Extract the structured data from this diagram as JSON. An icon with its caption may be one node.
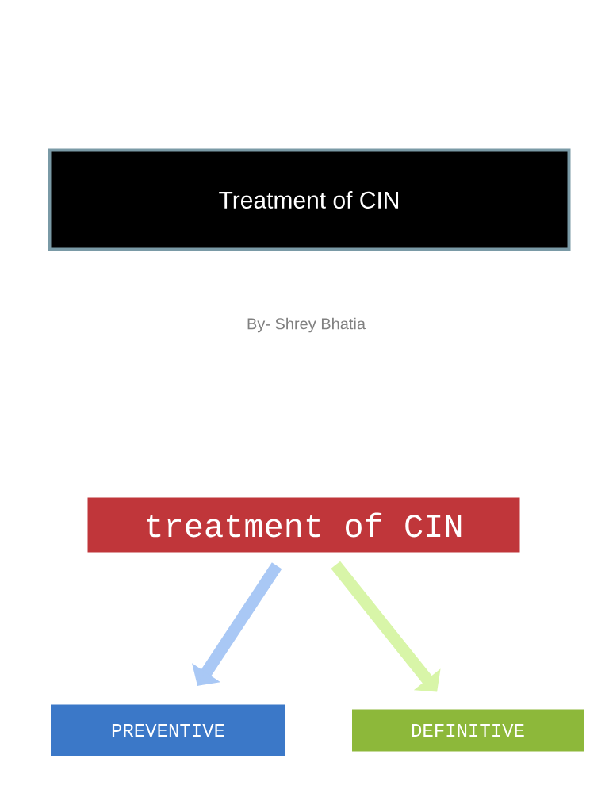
{
  "diagram": {
    "nodes": [
      {
        "text": [
          "Treatment of CIN"
        ]
      },
      {
        "text": [
          "treatment of CIN"
        ]
      },
      {
        "text": [
          "PREVENTIVE"
        ]
      },
      {
        "text": [
          "DEFINITIVE"
        ]
      }
    ],
    "edges": [
      {
        "from": 1,
        "to": 2,
        "arrow": "to",
        "color": "#a9c8f5"
      },
      {
        "from": 1,
        "to": 3,
        "arrow": "to",
        "color": "#d8f5a8"
      }
    ],
    "labels": [
      "By- Shrey Bhatia"
    ]
  }
}
